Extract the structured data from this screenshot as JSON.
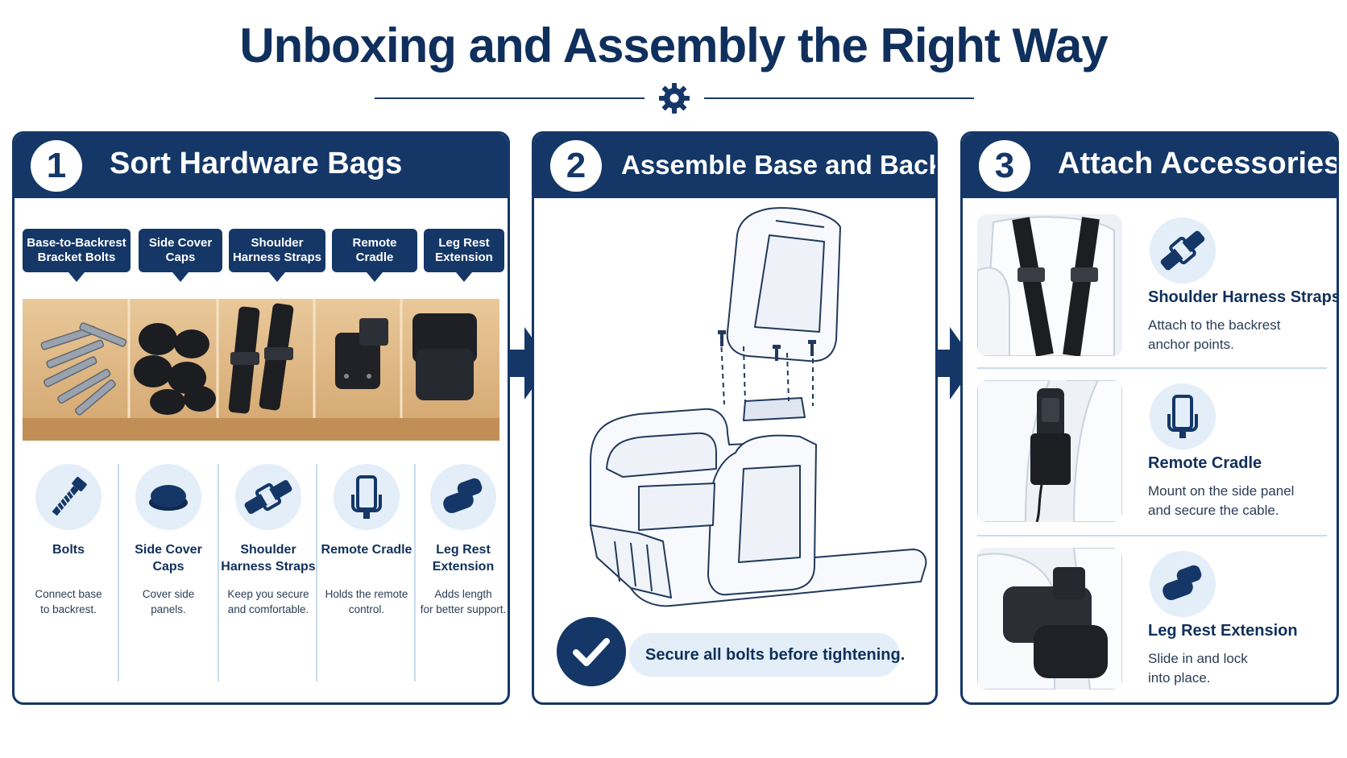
{
  "header": {
    "title": "Unboxing and Assembly the Right Way",
    "divider_icon": "gear-icon"
  },
  "colors": {
    "navy": "#143767",
    "light_blue": "#e4eef9",
    "divider": "#c8dbef"
  },
  "step1": {
    "number": "1",
    "title": "Sort Hardware Bags",
    "tags": [
      {
        "line1": "Base-to-Backrest",
        "line2": "Bracket Bolts"
      },
      {
        "line1": "Side Cover",
        "line2": "Caps"
      },
      {
        "line1": "Shoulder",
        "line2": "Harness Straps"
      },
      {
        "line1": "Remote",
        "line2": "Cradle"
      },
      {
        "line1": "Leg Rest",
        "line2": "Extension"
      }
    ],
    "parts": [
      {
        "icon": "bolt-icon",
        "name_line1": "Bolts",
        "name_line2": "",
        "desc_line1": "Connect base",
        "desc_line2": "to backrest."
      },
      {
        "icon": "cap-icon",
        "name_line1": "Side Cover Caps",
        "name_line2": "",
        "desc_line1": "Cover side",
        "desc_line2": "panels."
      },
      {
        "icon": "strap-buckle-icon",
        "name_line1": "Shoulder",
        "name_line2": "Harness Straps",
        "desc_line1": "Keep you secure",
        "desc_line2": "and comfortable."
      },
      {
        "icon": "remote-holder-icon",
        "name_line1": "Remote Cradle",
        "name_line2": "",
        "desc_line1": "Holds the remote",
        "desc_line2": "control."
      },
      {
        "icon": "leg-rest-icon",
        "name_line1": "Leg Rest",
        "name_line2": "Extension",
        "desc_line1": "Adds length",
        "desc_line2": "for better support."
      }
    ]
  },
  "step2": {
    "number": "2",
    "title": "Assemble Base and Backrest",
    "tip": "Secure all bolts before tightening.",
    "tip_icon": "checkmark-icon"
  },
  "step3": {
    "number": "3",
    "title": "Attach Accessories",
    "items": [
      {
        "icon": "strap-buckle-icon",
        "name": "Shoulder Harness Straps",
        "desc_line1": "Attach to the backrest",
        "desc_line2": "anchor points."
      },
      {
        "icon": "remote-holder-icon",
        "name": "Remote Cradle",
        "desc_line1": "Mount on the side panel",
        "desc_line2": "and secure the cable."
      },
      {
        "icon": "leg-rest-icon",
        "name": "Leg Rest Extension",
        "desc_line1": "Slide in and lock",
        "desc_line2": "into place."
      }
    ]
  }
}
